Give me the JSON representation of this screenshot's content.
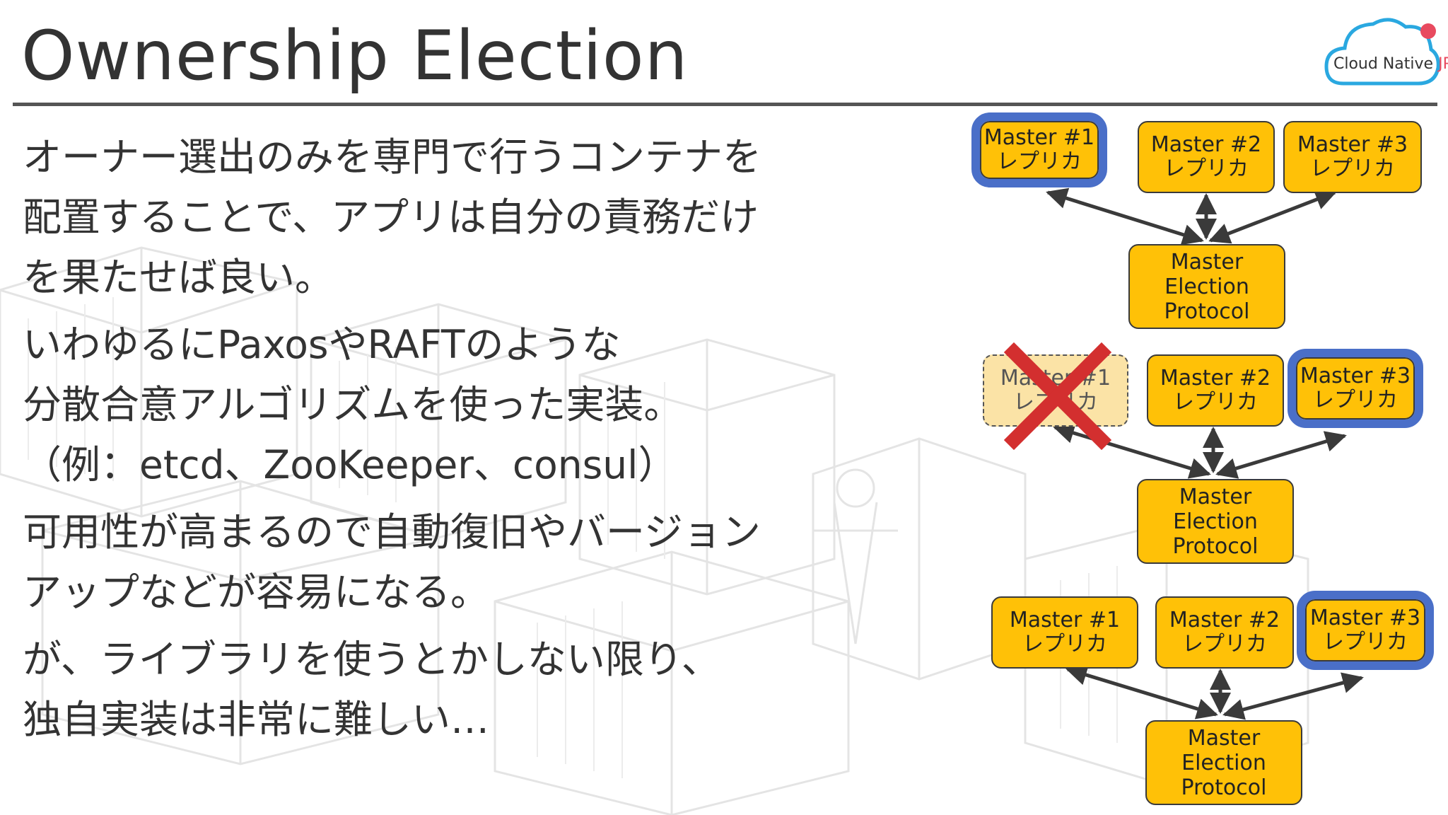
{
  "slide": {
    "title": "Ownership Election",
    "logo": {
      "name": "Cloud Native",
      "suffix": "JP"
    },
    "bullets": [
      "オーナー選出のみを専門で行うコンテナを\n配置することで、アプリは自分の責務だけ\nを果たせば良い。",
      "いわゆるにPaxosやRAFTのような\n分散合意アルゴリズムを使った実装。\n（例：etcd、ZooKeeper、consul）",
      "可用性が高まるので自動復旧やバージョン\nアップなどが容易になる。",
      "が、ライブラリを使うとかしない限り、\n独自実装は非常に難しい…"
    ]
  },
  "diagram": {
    "colors": {
      "node_fill": "#ffc107",
      "leader_border": "#4a6fc8",
      "failed_fill": "#fbe3a6",
      "cross": "#d32f2f",
      "arrow": "#3a3a3a"
    },
    "scenarios": [
      {
        "replicas": [
          {
            "label": "Master #1\nレプリカ",
            "leader": true,
            "failed": false
          },
          {
            "label": "Master #2\nレプリカ",
            "leader": false,
            "failed": false
          },
          {
            "label": "Master #3\nレプリカ",
            "leader": false,
            "failed": false
          }
        ],
        "protocol": "Master\nElection\nProtocol"
      },
      {
        "replicas": [
          {
            "label": "Master #1\nレプリカ",
            "leader": false,
            "failed": true
          },
          {
            "label": "Master #2\nレプリカ",
            "leader": false,
            "failed": false
          },
          {
            "label": "Master #3\nレプリカ",
            "leader": true,
            "failed": false
          }
        ],
        "protocol": "Master\nElection\nProtocol"
      },
      {
        "replicas": [
          {
            "label": "Master #1\nレプリカ",
            "leader": false,
            "failed": false
          },
          {
            "label": "Master #2\nレプリカ",
            "leader": false,
            "failed": false
          },
          {
            "label": "Master #3\nレプリカ",
            "leader": true,
            "failed": false
          }
        ],
        "protocol": "Master\nElection\nProtocol"
      }
    ]
  }
}
